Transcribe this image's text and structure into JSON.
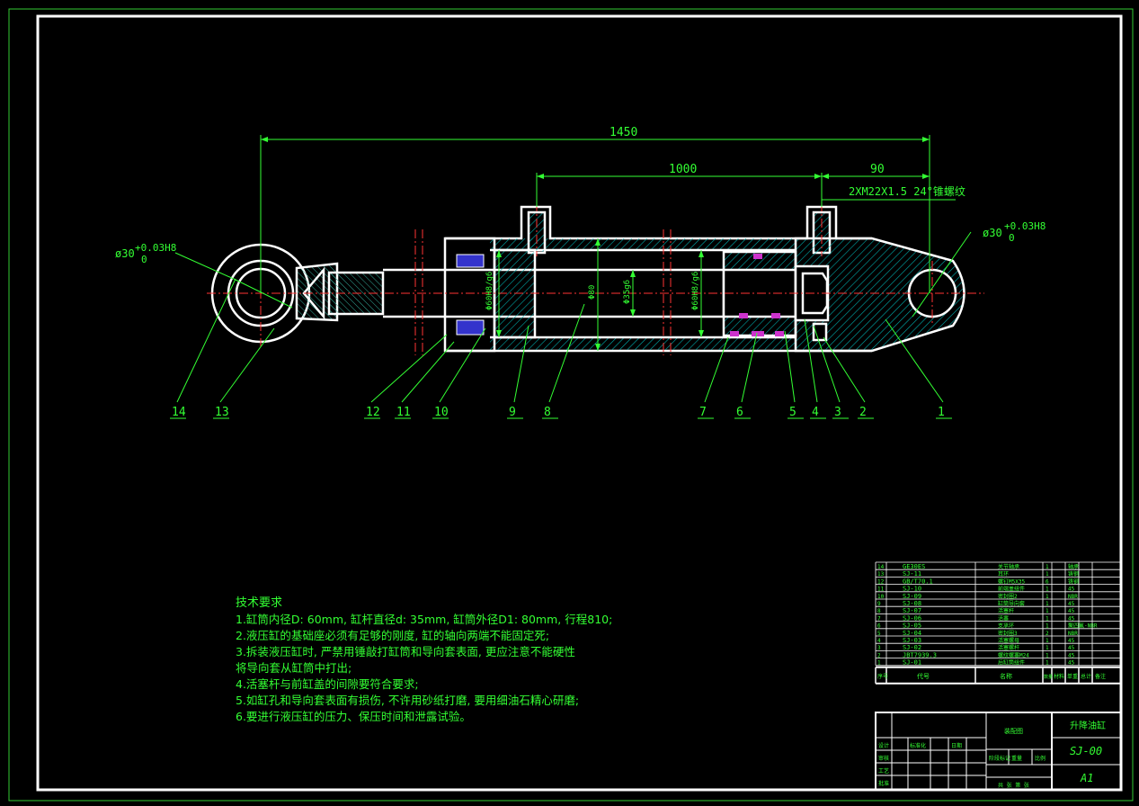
{
  "dimensions": {
    "overall": "1450",
    "stroke": "1000",
    "offset": "90",
    "thread": "2XM22X1.5 24°锥螺纹",
    "eye_left_hole": "ø30",
    "eye_left_tol_upper": "+0.03H8",
    "eye_left_tol_lower": "0",
    "eye_right_hole": "ø30",
    "eye_right_tol_upper": "+0.03H8",
    "eye_right_tol_lower": "0",
    "bore_left": "Φ60H8/g6",
    "outer_dia": "Φ80",
    "rod_dia": "Φ35g6",
    "bore_right": "Φ60H8/g6"
  },
  "balloons": [
    "14",
    "13",
    "12",
    "11",
    "10",
    "9",
    "8",
    "7",
    "6",
    "5",
    "4",
    "3",
    "2",
    "1"
  ],
  "notes": {
    "title": "技术要求",
    "lines": [
      "1.缸筒内径D: 60mm, 缸杆直径d: 35mm, 缸筒外径D1: 80mm, 行程810;",
      "2.液压缸的基础座必须有足够的刚度, 缸的轴向两端不能固定死;",
      "3.拆装液压缸时, 严禁用锤敲打缸筒和导向套表面, 更应注意不能硬性",
      "将导向套从缸筒中打出;",
      "4.活塞杆与前缸盖的间隙要符合要求;",
      "5.如缸孔和导向套表面有损伤, 不许用砂纸打磨, 要用细油石精心研磨;",
      "6.要进行液压缸的压力、保压时间和泄露试验。"
    ]
  },
  "bom": {
    "rows": [
      {
        "no": "14",
        "code": "GE30ES",
        "name": "关节轴承",
        "qty": "1",
        "material": "轴承"
      },
      {
        "no": "13",
        "code": "SJ-11",
        "name": "耳环",
        "qty": "1",
        "material": "铸钢"
      },
      {
        "no": "12",
        "code": "GB/T70.1",
        "name": "螺钉M5X35",
        "qty": "6",
        "material": "铸钢"
      },
      {
        "no": "11",
        "code": "SJ-10",
        "name": "前端盖组件",
        "qty": "1",
        "material": "45"
      },
      {
        "no": "10",
        "code": "SJ-09",
        "name": "密封圈2",
        "qty": "1",
        "material": "NBR"
      },
      {
        "no": "9",
        "code": "SJ-08",
        "name": "缸筒导向套",
        "qty": "1",
        "material": "45"
      },
      {
        "no": "8",
        "code": "SJ-07",
        "name": "活塞杆",
        "qty": "1",
        "material": "45"
      },
      {
        "no": "7",
        "code": "SJ-06",
        "name": "活塞",
        "qty": "1",
        "material": "45"
      },
      {
        "no": "6",
        "code": "SJ-05",
        "name": "支承环",
        "qty": "1",
        "material": "聚四氟-NBR"
      },
      {
        "no": "5",
        "code": "SJ-04",
        "name": "密封圈3",
        "qty": "2",
        "material": "NBR"
      },
      {
        "no": "4",
        "code": "SJ-03",
        "name": "活塞螺母",
        "qty": "1",
        "material": "45"
      },
      {
        "no": "3",
        "code": "SJ-02",
        "name": "活塞螺杆",
        "qty": "1",
        "material": "45"
      },
      {
        "no": "2",
        "code": "JBT7939.3",
        "name": "螺纹螺塞M24",
        "qty": "1",
        "material": "45"
      },
      {
        "no": "1",
        "code": "SJ-01",
        "name": "后缸筒组件",
        "qty": "1",
        "material": "45"
      }
    ],
    "header": {
      "no": "序号",
      "code": "代号",
      "name": "名称",
      "qty": "数量",
      "material": "材料",
      "weight": "单重",
      "total": "总计",
      "remark": "备注"
    }
  },
  "title_block": {
    "drawing_name": "升降油缸",
    "drawing_no": "SJ-00",
    "sheet_size": "A1",
    "company": "装配图",
    "stage_label": "阶段标记",
    "weight_label": "重量",
    "scale_label": "比例",
    "sheet_label": "共 张 第 张",
    "design_label": "设计",
    "check_label": "审核",
    "process_label": "工艺",
    "std_label": "标准化",
    "approve_label": "批准",
    "date_label": "日期"
  },
  "colors": {
    "background": "#000000",
    "line": "#ffffff",
    "dimension": "#33ff33",
    "hatch": "#00aaaa",
    "centerline": "#ff3333",
    "seal": "#cc33cc",
    "bolt": "#3333cc",
    "frame": "#33cc33"
  }
}
